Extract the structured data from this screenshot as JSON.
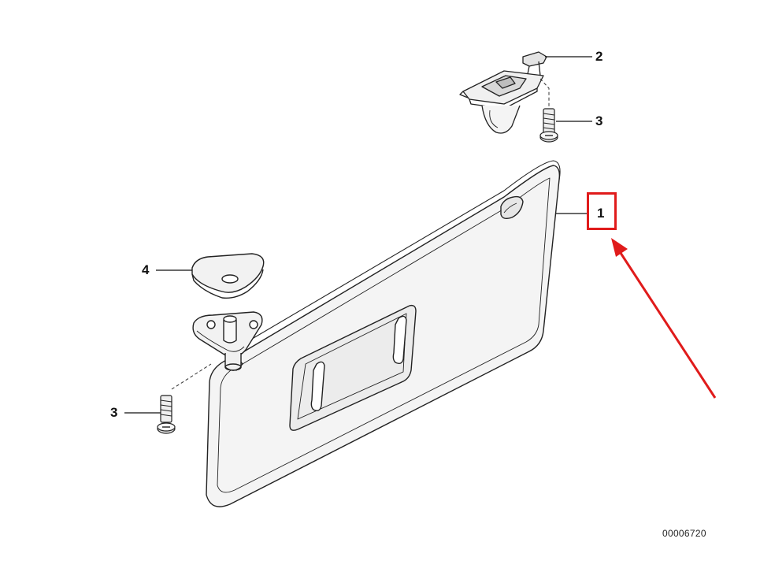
{
  "diagram": {
    "drawing_number": "00006720",
    "callouts": {
      "part_1": "1",
      "part_2": "2",
      "part_3_upper": "3",
      "part_3_lower": "3",
      "part_4": "4"
    },
    "highlight_color": "#e01b1b",
    "line_color": "#222222",
    "part_fill": "#f4f4f4"
  }
}
